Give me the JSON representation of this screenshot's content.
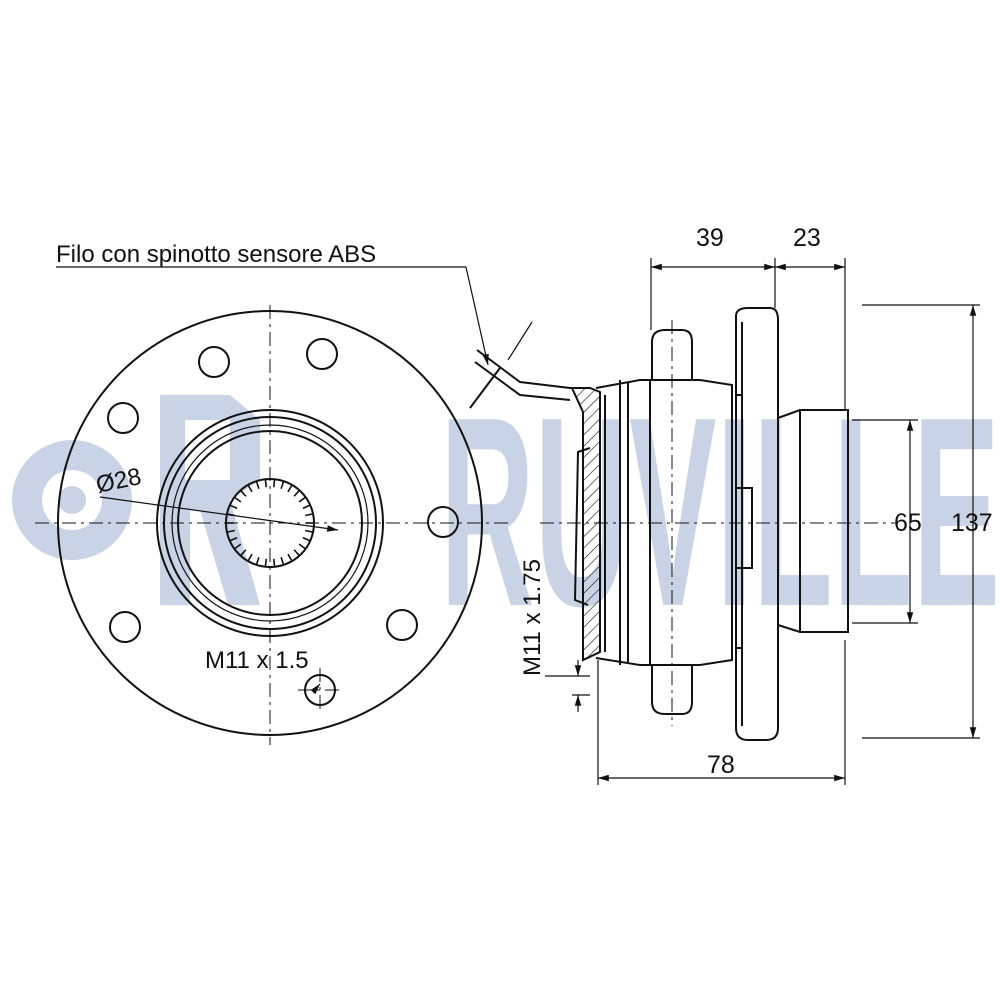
{
  "watermark": {
    "text": "RUVILLE",
    "color": "#c9d3e6"
  },
  "labels": {
    "abs_sensor": "Filo con spinotto sensore ABS",
    "bore": "Ø28",
    "bolt_thread": "M11 x 1.5",
    "nut_thread": "M11 x 1.75"
  },
  "dimensions": {
    "width_39": "39",
    "width_23": "23",
    "dia_65": "65",
    "dia_137": "137",
    "width_78": "78"
  },
  "colors": {
    "line": "#111111",
    "background": "#ffffff"
  }
}
